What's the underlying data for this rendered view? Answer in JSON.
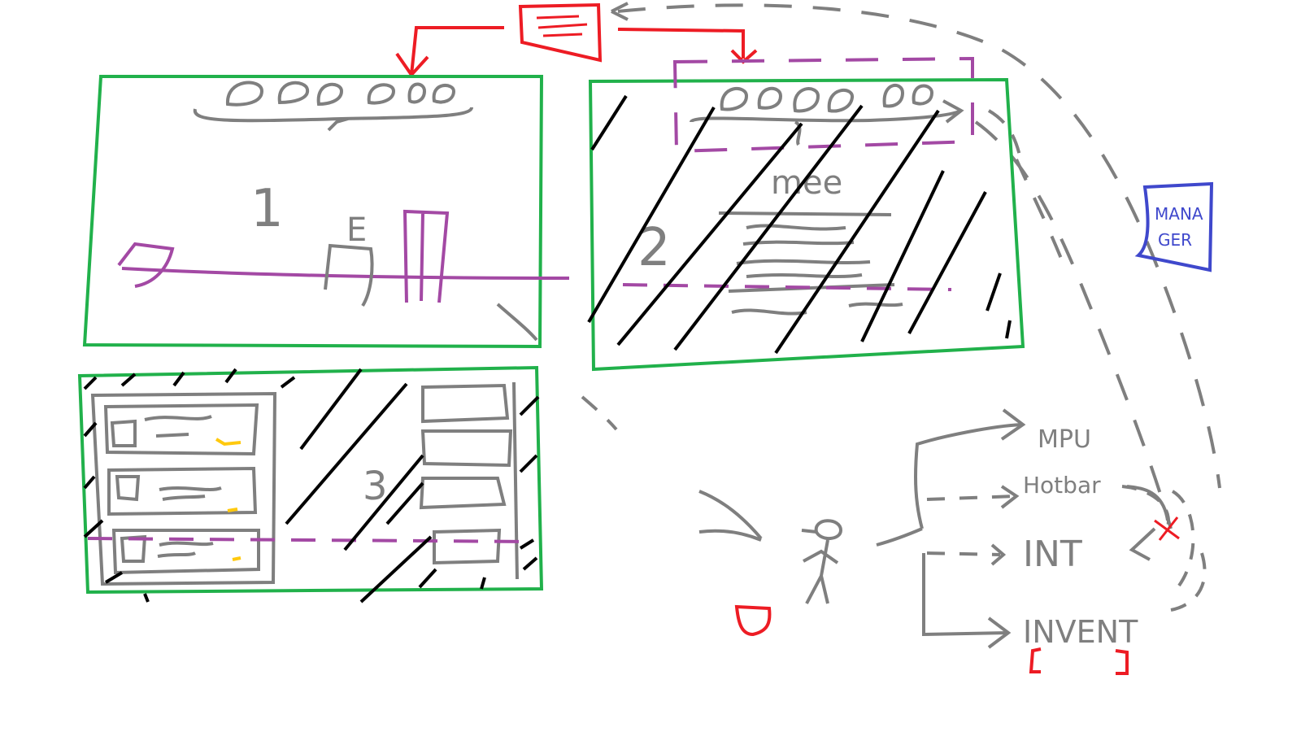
{
  "panels": {
    "panel1": {
      "number": "1",
      "letter": "E"
    },
    "panel2": {
      "number": "2",
      "scribble": "mee"
    },
    "panel3": {
      "number": "3"
    }
  },
  "manager_card": {
    "line1": "MANA",
    "line2": "GER"
  },
  "flow": {
    "mpu": "MPU",
    "hotbar": "Hotbar",
    "int": "INT",
    "invent": "INVENT"
  },
  "colors": {
    "frame": "#21b14b",
    "sketch": "#7f7f7f",
    "hatch": "#000000",
    "accent_red": "#ed1c24",
    "accent_purple": "#a349a4",
    "accent_blue": "#3f48cc",
    "accent_yellow": "#ffc90e"
  }
}
